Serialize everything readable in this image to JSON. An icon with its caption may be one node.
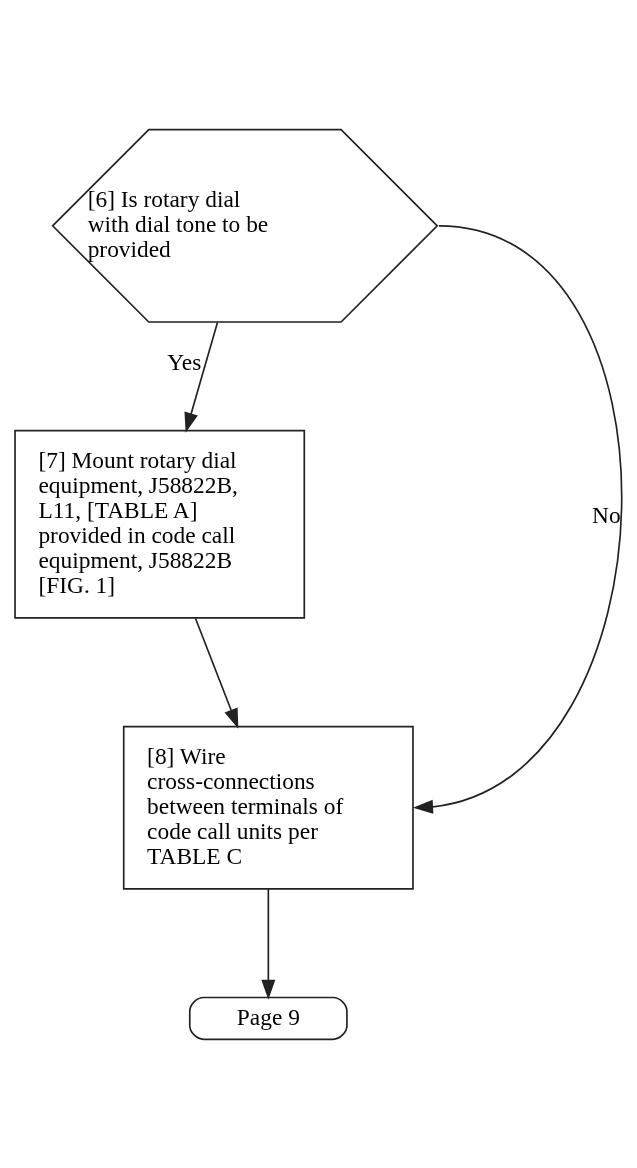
{
  "diagram": {
    "nodes": [
      {
        "text": [
          "[6] Is rotary dial with dial tone to be provided"
        ]
      },
      {
        "text": [
          "[7] Mount rotary dial equipment, J58822B, L11, [TABLE A] provided in code call equipment, J58822B [FIG. 1]"
        ]
      },
      {
        "text": [
          "[8] Wire cross-connections between terminals of code call units per TABLE C"
        ]
      },
      {
        "text": [
          "Page 9"
        ]
      }
    ],
    "edges": [
      {
        "from": 0,
        "to": 1,
        "arrow": "to",
        "label": "Yes"
      },
      {
        "from": 0,
        "to": 2,
        "arrow": "to",
        "label": "No"
      },
      {
        "from": 1,
        "to": 2,
        "arrow": "to"
      },
      {
        "from": 2,
        "to": 3,
        "arrow": "to"
      }
    ]
  }
}
